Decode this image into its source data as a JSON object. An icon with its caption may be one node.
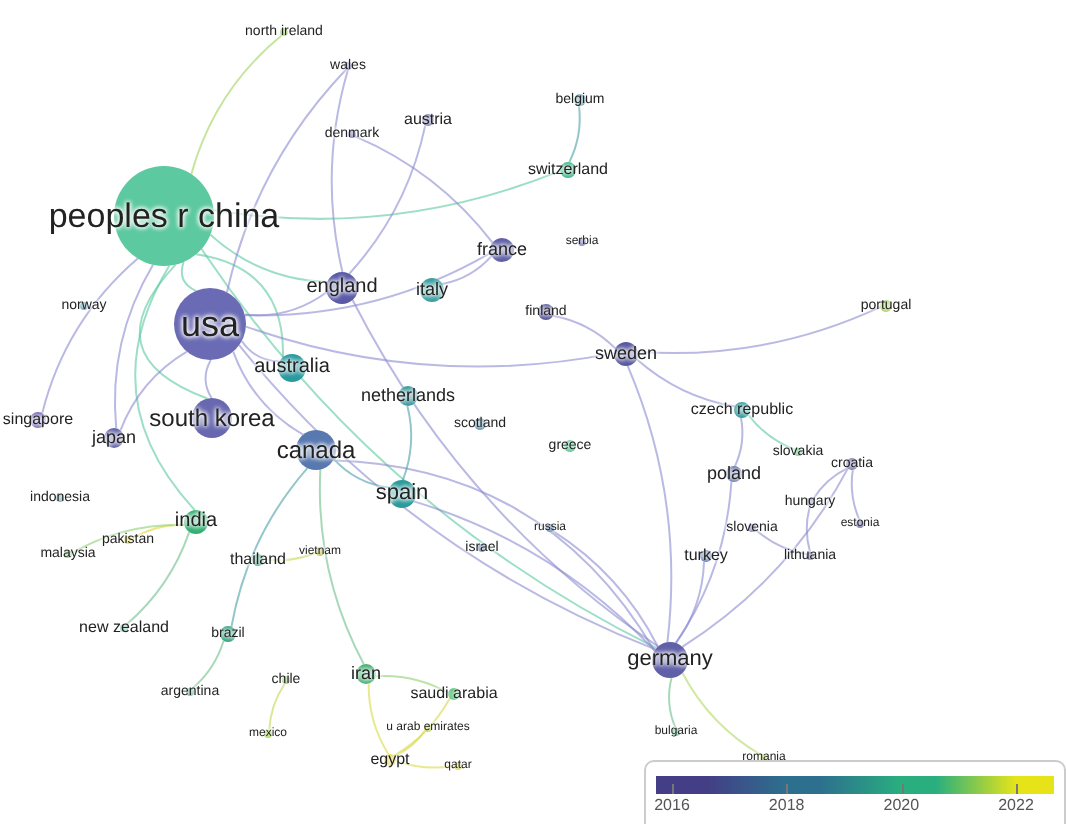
{
  "diagram": {
    "nodes": [
      {
        "text": [
          "north ireland"
        ]
      },
      {
        "text": [
          "wales"
        ]
      },
      {
        "text": [
          "belgium"
        ]
      },
      {
        "text": [
          "austria"
        ]
      },
      {
        "text": [
          "denmark"
        ]
      },
      {
        "text": [
          "switzerland"
        ]
      },
      {
        "text": [
          "peoples r china"
        ]
      },
      {
        "text": [
          "serbia"
        ]
      },
      {
        "text": [
          "france"
        ]
      },
      {
        "text": [
          "england"
        ]
      },
      {
        "text": [
          "italy"
        ]
      },
      {
        "text": [
          "norway"
        ]
      },
      {
        "text": [
          "portugal"
        ]
      },
      {
        "text": [
          "usa"
        ]
      },
      {
        "text": [
          "finland"
        ]
      },
      {
        "text": [
          "sweden"
        ]
      },
      {
        "text": [
          "australia"
        ]
      },
      {
        "text": [
          "czech republic"
        ]
      },
      {
        "text": [
          "singapore"
        ]
      },
      {
        "text": [
          "south korea"
        ]
      },
      {
        "text": [
          "japan"
        ]
      },
      {
        "text": [
          "netherlands"
        ]
      },
      {
        "text": [
          "canada"
        ]
      },
      {
        "text": [
          "scotland"
        ]
      },
      {
        "text": [
          "slovakia"
        ]
      },
      {
        "text": [
          "greece"
        ]
      },
      {
        "text": [
          "croatia"
        ]
      },
      {
        "text": [
          "poland"
        ]
      },
      {
        "text": [
          "spain"
        ]
      },
      {
        "text": [
          "indonesia"
        ]
      },
      {
        "text": [
          "india"
        ]
      },
      {
        "text": [
          "hungary"
        ]
      },
      {
        "text": [
          "estonia"
        ]
      },
      {
        "text": [
          "russia"
        ]
      },
      {
        "text": [
          "pakistan"
        ]
      },
      {
        "text": [
          "slovenia"
        ]
      },
      {
        "text": [
          "thailand"
        ]
      },
      {
        "text": [
          "vietnam"
        ]
      },
      {
        "text": [
          "israel"
        ]
      },
      {
        "text": [
          "malaysia"
        ]
      },
      {
        "text": [
          "turkey"
        ]
      },
      {
        "text": [
          "lithuania"
        ]
      },
      {
        "text": [
          "new zealand"
        ]
      },
      {
        "text": [
          "brazil"
        ]
      },
      {
        "text": [
          "germany"
        ]
      },
      {
        "text": [
          "chile"
        ]
      },
      {
        "text": [
          "iran"
        ]
      },
      {
        "text": [
          "argentina"
        ]
      },
      {
        "text": [
          "saudi arabia"
        ]
      },
      {
        "text": [
          "mexico"
        ]
      },
      {
        "text": [
          "u arab emirates"
        ]
      },
      {
        "text": [
          "egypt"
        ]
      },
      {
        "text": [
          "qatar"
        ]
      },
      {
        "text": [
          "bulgaria"
        ]
      },
      {
        "text": [
          "romania"
        ]
      }
    ],
    "edges": [
      {
        "from": 6,
        "to": 13,
        "arrow": "none",
        "color": "#5cc9a0"
      },
      {
        "from": 6,
        "to": 9,
        "arrow": "none",
        "color": "#5cc9a0"
      },
      {
        "from": 6,
        "to": 16,
        "arrow": "none",
        "color": "#5cc9a0"
      },
      {
        "from": 6,
        "to": 19,
        "arrow": "none",
        "color": "#5cc9a0"
      },
      {
        "from": 6,
        "to": 20,
        "arrow": "none"
      },
      {
        "from": 6,
        "to": 18,
        "arrow": "none"
      },
      {
        "from": 6,
        "to": 44,
        "arrow": "none",
        "color": "#5cc9a0"
      },
      {
        "from": 0,
        "to": 6,
        "arrow": "none",
        "color": "#9fd35a"
      },
      {
        "from": 6,
        "to": 5,
        "arrow": "none",
        "color": "#5cc9a0"
      },
      {
        "from": 6,
        "to": 30,
        "arrow": "none",
        "color": "#5cc9a0"
      },
      {
        "from": 13,
        "to": 9,
        "arrow": "none"
      },
      {
        "from": 13,
        "to": 22,
        "arrow": "none"
      },
      {
        "from": 13,
        "to": 19,
        "arrow": "none"
      },
      {
        "from": 13,
        "to": 44,
        "arrow": "none"
      },
      {
        "from": 13,
        "to": 16,
        "arrow": "none"
      },
      {
        "from": 13,
        "to": 15,
        "arrow": "none"
      },
      {
        "from": 13,
        "to": 8,
        "arrow": "none"
      },
      {
        "from": 1,
        "to": 13,
        "arrow": "none"
      },
      {
        "from": 13,
        "to": 20,
        "arrow": "none"
      },
      {
        "from": 9,
        "to": 44,
        "arrow": "none"
      },
      {
        "from": 1,
        "to": 9,
        "arrow": "none"
      },
      {
        "from": 9,
        "to": 3,
        "arrow": "none"
      },
      {
        "from": 44,
        "to": 40,
        "arrow": "none"
      },
      {
        "from": 44,
        "to": 53,
        "arrow": "none",
        "color": "#6cc08a"
      },
      {
        "from": 44,
        "to": 54,
        "arrow": "none",
        "color": "#b0d860"
      },
      {
        "from": 44,
        "to": 27,
        "arrow": "none"
      },
      {
        "from": 44,
        "to": 15,
        "arrow": "none"
      },
      {
        "from": 44,
        "to": 22,
        "arrow": "none"
      },
      {
        "from": 44,
        "to": 28,
        "arrow": "none"
      },
      {
        "from": 44,
        "to": 33,
        "arrow": "none"
      },
      {
        "from": 44,
        "to": 26,
        "arrow": "none"
      },
      {
        "from": 15,
        "to": 12,
        "arrow": "none"
      },
      {
        "from": 15,
        "to": 14,
        "arrow": "none"
      },
      {
        "from": 15,
        "to": 17,
        "arrow": "none"
      },
      {
        "from": 17,
        "to": 24,
        "arrow": "none",
        "color": "#5cc9a0"
      },
      {
        "from": 26,
        "to": 32,
        "arrow": "none"
      },
      {
        "from": 26,
        "to": 31,
        "arrow": "none"
      },
      {
        "from": 31,
        "to": 41,
        "arrow": "none"
      },
      {
        "from": 35,
        "to": 41,
        "arrow": "none"
      },
      {
        "from": 27,
        "to": 17,
        "arrow": "none"
      },
      {
        "from": 30,
        "to": 34,
        "arrow": "none",
        "color": "#e0d830"
      },
      {
        "from": 30,
        "to": 39,
        "arrow": "none",
        "color": "#8cd070"
      },
      {
        "from": 46,
        "to": 51,
        "arrow": "none",
        "color": "#d8d840"
      },
      {
        "from": 51,
        "to": 48,
        "arrow": "none",
        "color": "#d8d840"
      },
      {
        "from": 51,
        "to": 50,
        "arrow": "none",
        "color": "#d8d840"
      },
      {
        "from": 51,
        "to": 52,
        "arrow": "none",
        "color": "#d8d840"
      },
      {
        "from": 48,
        "to": 46,
        "arrow": "none",
        "color": "#8cd070"
      },
      {
        "from": 45,
        "to": 49,
        "arrow": "none",
        "color": "#c0d850"
      },
      {
        "from": 47,
        "to": 43,
        "arrow": "none",
        "color": "#6cc08a"
      },
      {
        "from": 42,
        "to": 30,
        "arrow": "none",
        "color": "#6cc08a"
      },
      {
        "from": 36,
        "to": 37,
        "arrow": "none",
        "color": "#c0d850"
      },
      {
        "from": 22,
        "to": 28,
        "arrow": "none",
        "color": "#4aa0a8"
      },
      {
        "from": 22,
        "to": 43,
        "arrow": "none",
        "color": "#4aa0a8"
      },
      {
        "from": 22,
        "to": 46,
        "arrow": "none",
        "color": "#6cc08a"
      },
      {
        "from": 28,
        "to": 21,
        "arrow": "none",
        "color": "#4aa0a8"
      },
      {
        "from": 10,
        "to": 8,
        "arrow": "none"
      },
      {
        "from": 5,
        "to": 2,
        "arrow": "none",
        "color": "#4aa0a8"
      },
      {
        "from": 8,
        "to": 4,
        "arrow": "none"
      }
    ],
    "legend": [
      {
        "text": "2016",
        "color": "#433e85"
      },
      {
        "text": "2018",
        "color": "#2d708e"
      },
      {
        "text": "2020",
        "color": "#29af7f"
      },
      {
        "text": "2022",
        "color": "#e6e419"
      }
    ]
  }
}
